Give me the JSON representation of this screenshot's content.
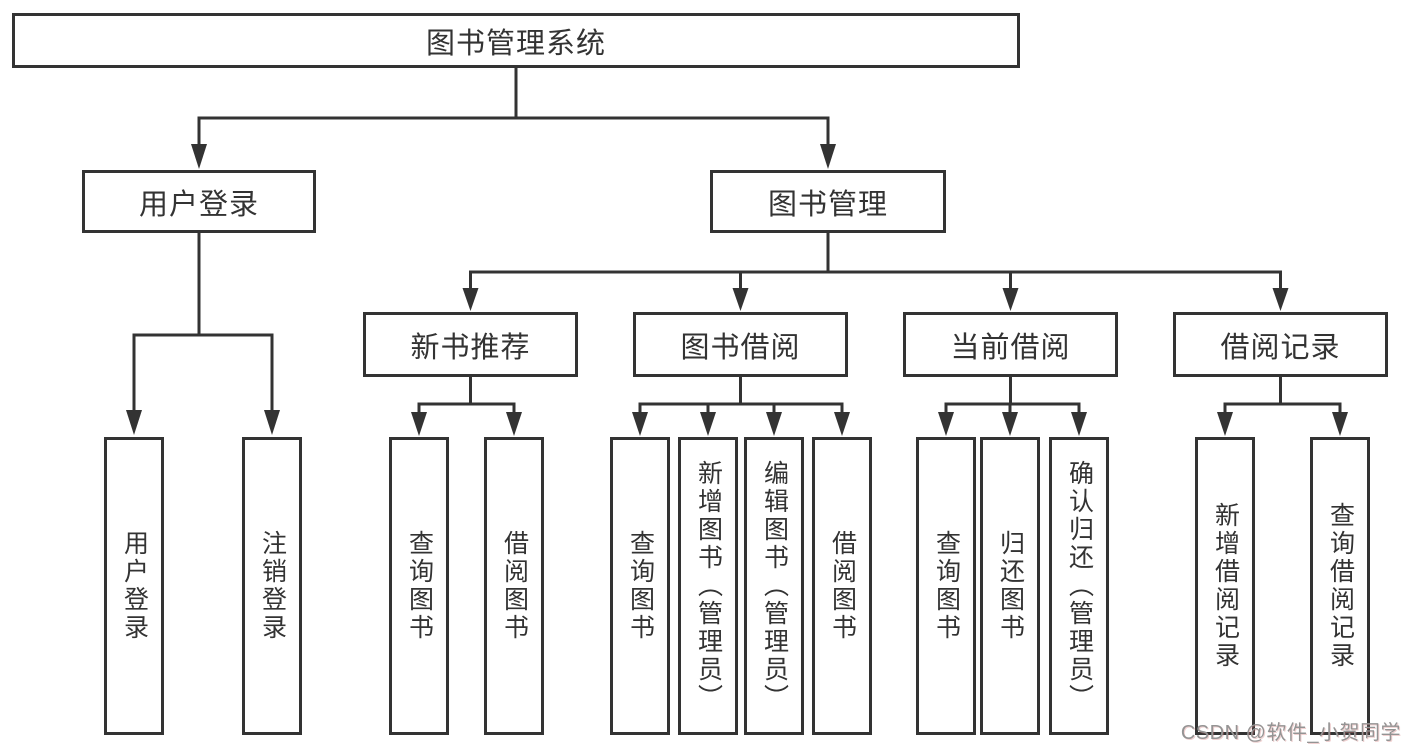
{
  "diagram": {
    "root": {
      "label": "图书管理系统"
    },
    "level2": [
      {
        "label": "用户登录",
        "children": [
          {
            "label": "用户登录"
          },
          {
            "label": "注销登录"
          }
        ]
      },
      {
        "label": "图书管理",
        "children": [
          {
            "label": "新书推荐",
            "children": [
              {
                "label": "查询图书"
              },
              {
                "label": "借阅图书"
              }
            ]
          },
          {
            "label": "图书借阅",
            "children": [
              {
                "label": "查询图书"
              },
              {
                "label": "新增图书（管理员）"
              },
              {
                "label": "编辑图书（管理员）"
              },
              {
                "label": "借阅图书"
              }
            ]
          },
          {
            "label": "当前借阅",
            "children": [
              {
                "label": "查询图书"
              },
              {
                "label": "归还图书"
              },
              {
                "label": "确认归还（管理员）"
              }
            ]
          },
          {
            "label": "借阅记录",
            "children": [
              {
                "label": "新增借阅记录"
              },
              {
                "label": "查询借阅记录"
              }
            ]
          }
        ]
      }
    ]
  },
  "watermark": {
    "text": "CSDN @软件_小贺同学"
  },
  "colors": {
    "line": "#333333",
    "box_border": "#333333",
    "box_fill": "#ffffff",
    "text": "#333333",
    "watermark": "#949494",
    "background": "#ffffff"
  }
}
